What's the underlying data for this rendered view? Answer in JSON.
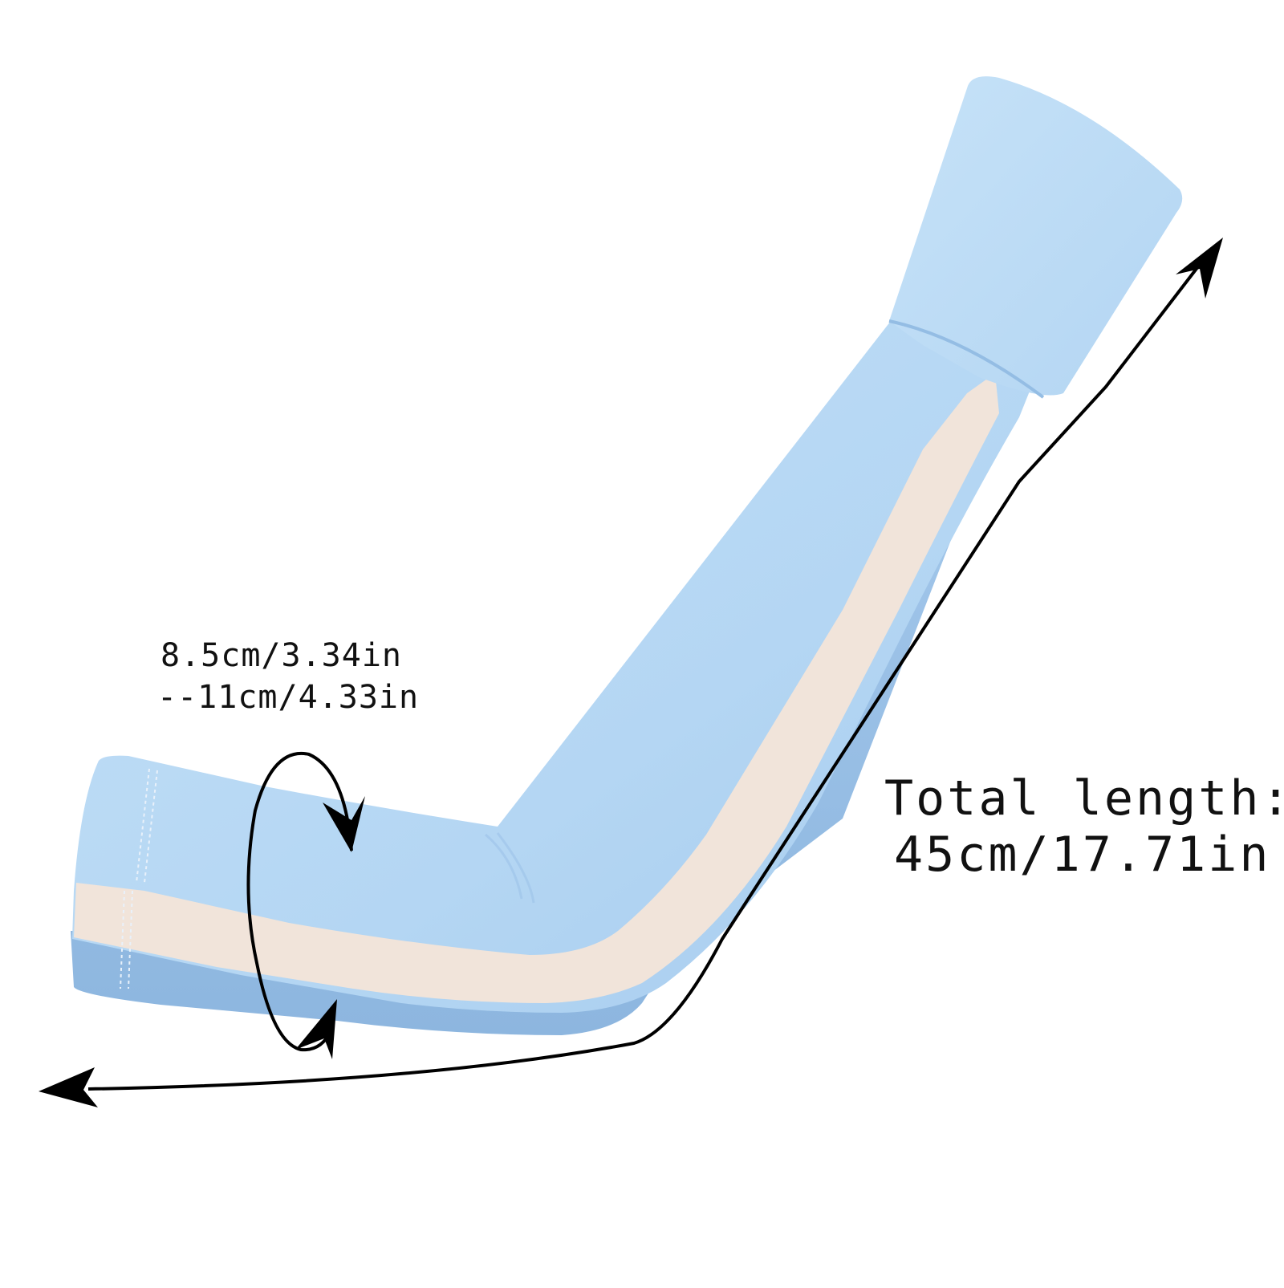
{
  "product": {
    "name_icon": "arm-sleeve-icon",
    "colors": {
      "sleeve_light": "#b9daf5",
      "sleeve_mid": "#a9cdee",
      "sleeve_shadow": "#8fb9e2",
      "cuff": "#bcdcf6",
      "stripe": "#f1e4da",
      "stitch": "#e6eef7",
      "arrow": "#000000",
      "background": "#ffffff"
    }
  },
  "annotations": {
    "circumference": {
      "line1": "8.5cm/3.34in",
      "line2": "--11cm/4.33in",
      "icon": "circular-arrow-icon"
    },
    "total_length": {
      "line1": "Total length:",
      "line2": "45cm/17.71in",
      "icon": "length-arrow-icon"
    }
  }
}
